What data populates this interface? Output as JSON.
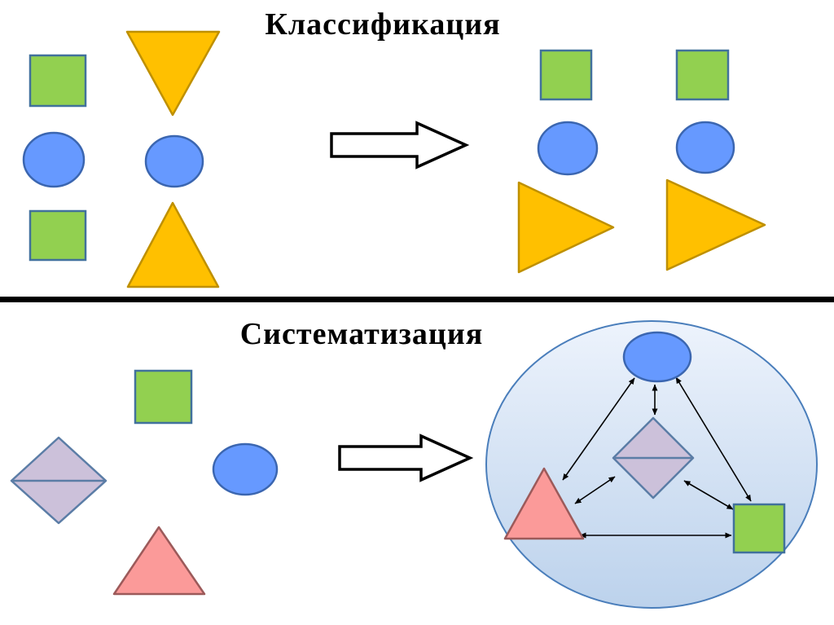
{
  "diagram": {
    "top": {
      "title": "Классификация",
      "left_shapes": [
        "green-square",
        "yellow-triangle-down",
        "blue-ellipse",
        "blue-ellipse",
        "green-square",
        "yellow-triangle-up"
      ],
      "right_groups": [
        [
          "green-square",
          "blue-ellipse",
          "yellow-triangle-right"
        ],
        [
          "green-square",
          "blue-ellipse",
          "yellow-triangle-right"
        ]
      ]
    },
    "bottom": {
      "title": "Систематизация",
      "left_shapes": [
        "green-square",
        "lavender-diamond",
        "blue-ellipse",
        "pink-triangle"
      ],
      "network_nodes": [
        "blue-ellipse",
        "lavender-diamond",
        "pink-triangle",
        "green-square"
      ],
      "network_edges": [
        [
          "blue-ellipse",
          "lavender-diamond"
        ],
        [
          "blue-ellipse",
          "pink-triangle"
        ],
        [
          "blue-ellipse",
          "green-square"
        ],
        [
          "lavender-diamond",
          "pink-triangle"
        ],
        [
          "lavender-diamond",
          "green-square"
        ],
        [
          "pink-triangle",
          "green-square"
        ]
      ]
    }
  },
  "palette": {
    "green_fill": "#92D050",
    "green_stroke": "#41719C",
    "blue_fill": "#6699FF",
    "blue_stroke": "#3B66B0",
    "orange_fill": "#FFC000",
    "orange_stroke": "#BF9000",
    "pink_fill": "#FB9A99",
    "pink_stroke": "#9C5A5A",
    "lavender_fill": "#CCC1DA",
    "lavender_stroke": "#5B7DA6",
    "bubble_fill_top": "#EDF3FC",
    "bubble_fill_bottom": "#BCD2EC",
    "bubble_stroke": "#4A7EBB",
    "arrow_fill": "#FFFFFF",
    "arrow_stroke": "#000000",
    "divider": "#000000",
    "edge": "#000000"
  }
}
